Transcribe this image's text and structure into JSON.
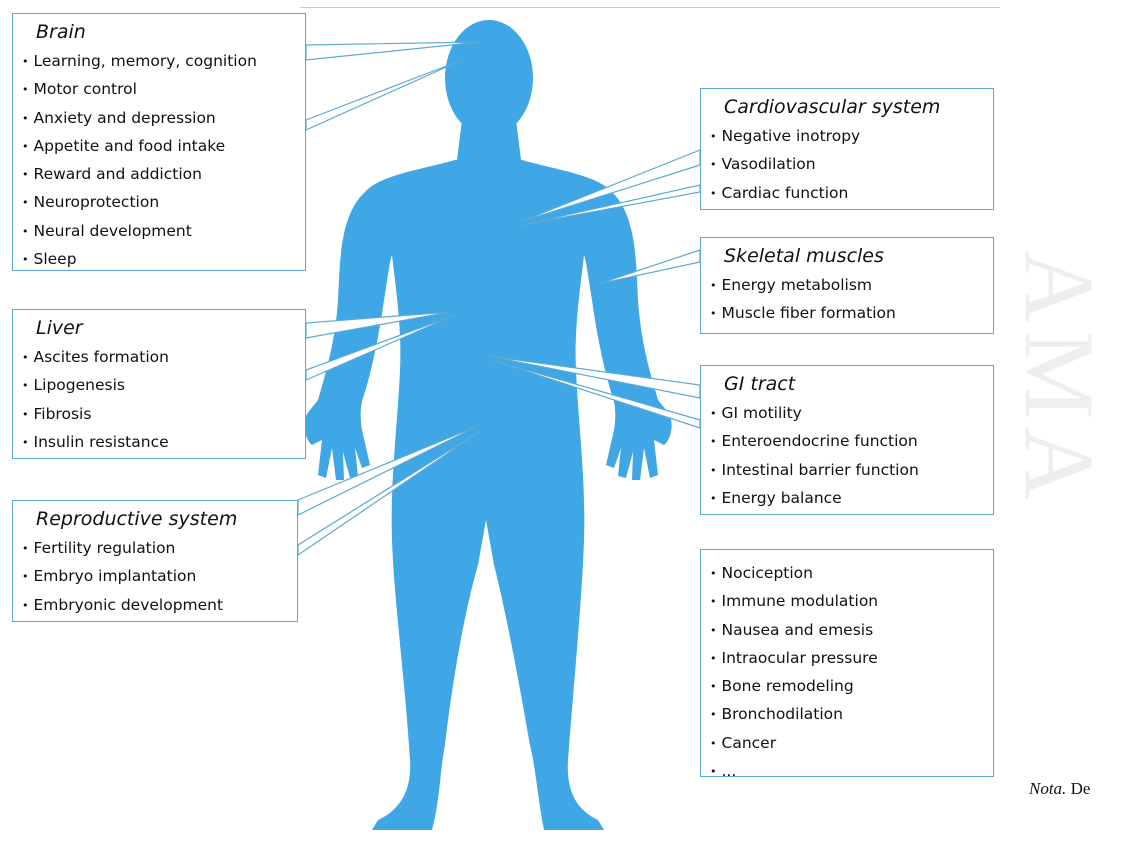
{
  "watermark": "AMA",
  "boxes": {
    "brain": {
      "title": "Brain",
      "items": [
        "Learning, memory, cognition",
        "Motor control",
        "Anxiety and depression",
        "Appetite and food intake",
        "Reward and addiction",
        "Neuroprotection",
        "Neural development",
        "Sleep"
      ]
    },
    "liver": {
      "title": "Liver",
      "items": [
        "Ascites formation",
        "Lipogenesis",
        "Fibrosis",
        "Insulin resistance"
      ]
    },
    "reproductive": {
      "title": "Reproductive system",
      "items": [
        "Fertility regulation",
        "Embryo implantation",
        "Embryonic development"
      ]
    },
    "cardio": {
      "title": "Cardiovascular system",
      "items": [
        "Negative inotropy",
        "Vasodilation",
        "Cardiac function"
      ]
    },
    "skeletal": {
      "title": "Skeletal muscles",
      "items": [
        "Energy metabolism",
        "Muscle fiber formation"
      ]
    },
    "gi": {
      "title": "GI tract",
      "items": [
        "GI motility",
        "Enteroendocrine function",
        "Intestinal barrier function",
        "Energy balance"
      ]
    },
    "other": {
      "title": "",
      "items": [
        "Nociception",
        "Immune modulation",
        "Nausea and emesis",
        "Intraocular pressure",
        "Bone remodeling",
        "Bronchodilation",
        "Cancer",
        "..."
      ]
    }
  },
  "nota": {
    "label": "Nota.",
    "text": "De"
  },
  "colors": {
    "body": "#3fa7e6",
    "box_border": "#5aa9d6"
  }
}
